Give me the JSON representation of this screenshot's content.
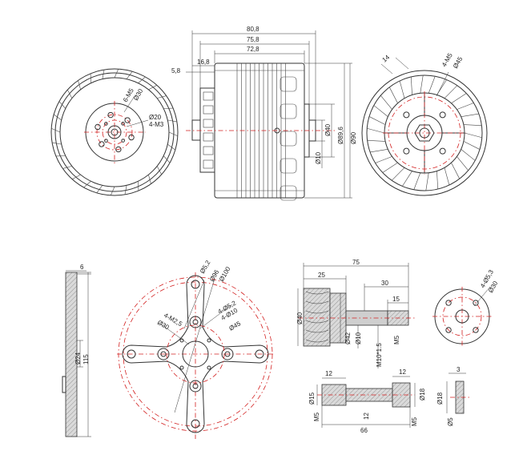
{
  "colors": {
    "line": "#333333",
    "centerline": "#d32020",
    "hatch_fill": "#cfcfcf"
  },
  "top_front": {
    "mount_screws": "6-M5",
    "pcd_outer": "Ø30",
    "pcd_inner": "Ø20",
    "inner_screws": "4-M3"
  },
  "top_side": {
    "len_total": "80,8",
    "len_mid": "75,8",
    "len_body": "72,8",
    "shaft_ext": "5,8",
    "shaft_seg": "16,8",
    "d_boss": "Ø40",
    "d_body": "Ø89,6",
    "d_total": "Ø90",
    "d_shaft": "Ø10"
  },
  "top_rear": {
    "width": "14",
    "screws": "4-M5",
    "pcd": "Ø45"
  },
  "bl_side": {
    "thickness": "6",
    "d_small": "Ø24",
    "height": "115"
  },
  "bl_mount": {
    "hole": "Ø5,2",
    "d_outer1": "Ø96",
    "d_outer2": "Ø100",
    "m_screws": "4-M2,5",
    "pcd_small": "Ø30",
    "holes2": "4-Ø5,2",
    "holes3": "4-Ø10",
    "pcd_big": "Ø45"
  },
  "br_adapter": {
    "total": "75",
    "seg1": "25",
    "seg2": "30",
    "seg3": "15",
    "d_cone": "Ø40",
    "d_base": "Ø42",
    "d_shaft": "Ø10",
    "thread": "M10*1.5",
    "m5": "M5"
  },
  "br_circle": {
    "holes": "4-Ø5,3",
    "pcd": "Ø30"
  },
  "br_shaft": {
    "w1": "12",
    "w2": "12",
    "d1": "Ø15",
    "d2": "Ø18",
    "m1": "M5",
    "mid": "12",
    "len": "66",
    "m2": "M5"
  },
  "br_washer": {
    "t": "3",
    "d_outer": "Ø18",
    "d_inner": "Ø5"
  }
}
